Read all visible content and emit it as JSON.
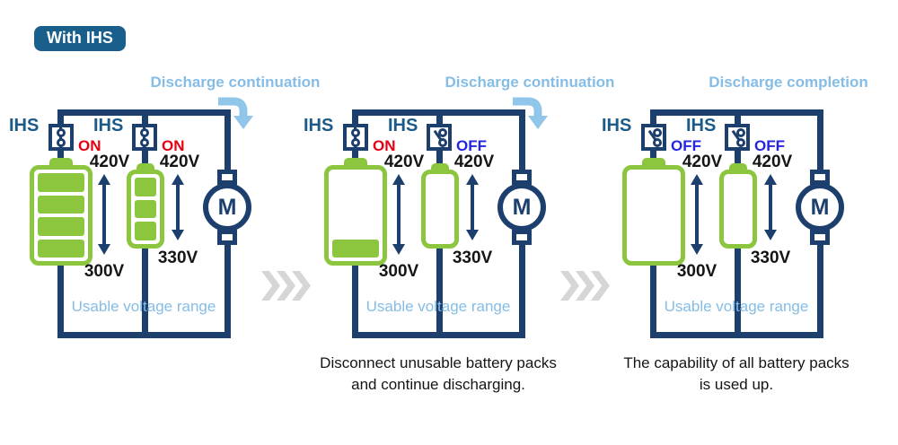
{
  "badge": {
    "label": "With IHS"
  },
  "icons": {
    "flow_arrow": "curved-down-arrow",
    "stage_separator": "triple-chevron-right",
    "motor": "motor-circle"
  },
  "colors": {
    "circuit_navy": "#1c3f6e",
    "ihs_text_blue": "#1c5a87",
    "battery_green": "#8cc63f",
    "light_blue_text": "#85bde6",
    "flow_arrow_blue": "#8fc6e9",
    "on_red": "#e60012",
    "off_blue": "#2525e0",
    "separator_gray": "#d6d6d6",
    "badge_bg": "#1a5f8b"
  },
  "panels": [
    {
      "title": "Discharge continuation",
      "has_flow_arrow": true,
      "switches": [
        {
          "label": "IHS",
          "state": "ON"
        },
        {
          "label": "IHS",
          "state": "ON"
        }
      ],
      "battery1": {
        "bars": 4
      },
      "battery2": {
        "bars": 3
      },
      "voltages": {
        "pack1_max": "420V",
        "pack2_max": "420V",
        "pack1_min": "300V",
        "pack2_min": "330V"
      },
      "motor_label": "M",
      "range_label": "Usable voltage range",
      "caption_line1": "",
      "caption_line2": ""
    },
    {
      "title": "Discharge continuation",
      "has_flow_arrow": true,
      "switches": [
        {
          "label": "IHS",
          "state": "ON"
        },
        {
          "label": "IHS",
          "state": "OFF"
        }
      ],
      "battery1": {
        "bars": 1
      },
      "battery2": {
        "bars": 0
      },
      "voltages": {
        "pack1_max": "420V",
        "pack2_max": "420V",
        "pack1_min": "300V",
        "pack2_min": "330V"
      },
      "motor_label": "M",
      "range_label": "Usable voltage range",
      "caption_line1": "Disconnect unusable battery packs",
      "caption_line2": "and continue discharging."
    },
    {
      "title": "Discharge completion",
      "has_flow_arrow": false,
      "switches": [
        {
          "label": "IHS",
          "state": "OFF"
        },
        {
          "label": "IHS",
          "state": "OFF"
        }
      ],
      "battery1": {
        "bars": 0
      },
      "battery2": {
        "bars": 0
      },
      "voltages": {
        "pack1_max": "420V",
        "pack2_max": "420V",
        "pack1_min": "300V",
        "pack2_min": "330V"
      },
      "motor_label": "M",
      "range_label": "Usable voltage range",
      "caption_line1": "The capability of all battery packs",
      "caption_line2": "is used up."
    }
  ]
}
